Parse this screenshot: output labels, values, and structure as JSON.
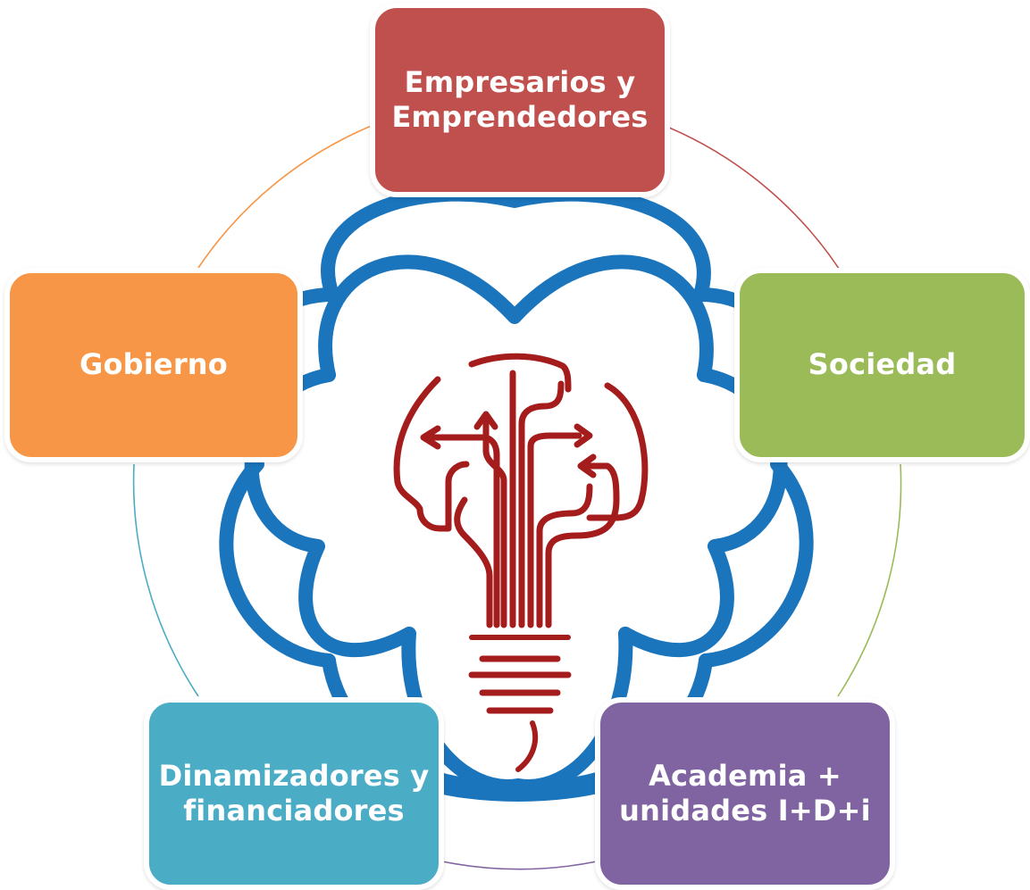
{
  "diagram": {
    "nodes": [
      {
        "id": "top",
        "lines": [
          "Empresarios y",
          "Emprendedores"
        ],
        "color": "#C0504D"
      },
      {
        "id": "right",
        "lines": [
          "Sociedad"
        ],
        "color": "#9BBB59"
      },
      {
        "id": "br",
        "lines": [
          "Academia +",
          "unidades I+D+i"
        ],
        "color": "#8064A2"
      },
      {
        "id": "bl",
        "lines": [
          "Dinamizadores y",
          "financiadores"
        ],
        "color": "#4BACC6"
      },
      {
        "id": "left",
        "lines": [
          "Gobierno"
        ],
        "color": "#F79646"
      }
    ],
    "colors": {
      "flower": "#1B75BC",
      "bulb": "#A51C1C"
    },
    "icons": {
      "center": "lightbulb-brain-icon"
    }
  }
}
